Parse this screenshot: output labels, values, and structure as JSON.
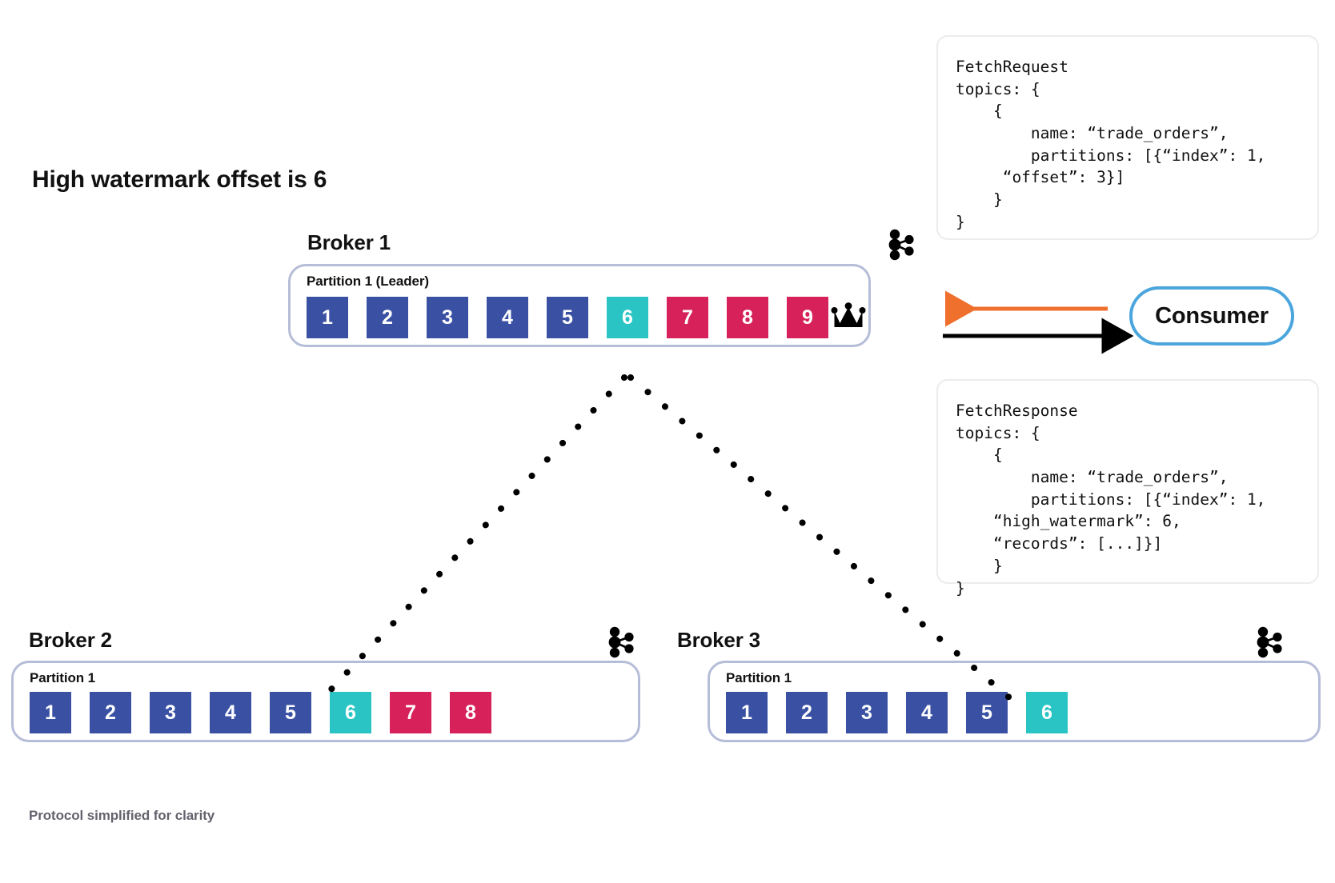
{
  "headline": "High watermark offset is 6",
  "footer_note": "Protocol simplified for clarity",
  "colors": {
    "committed": "#3a51a3",
    "high_watermark": "#2ac4c4",
    "uncommitted": "#d6215a",
    "partition_border": "#b6bdd8",
    "consumer_border": "#4ba6dd",
    "response_arrow": "#ef6f2c",
    "request_arrow": "#000000",
    "footer_text": "#63636e"
  },
  "brokers": [
    {
      "name": "Broker 1",
      "partition_label": "Partition 1 (Leader)",
      "is_leader": true,
      "leader_icon": "crown-icon",
      "logo_icon": "kafka-logo-icon",
      "offsets": [
        {
          "value": "1",
          "state": "blue"
        },
        {
          "value": "2",
          "state": "blue"
        },
        {
          "value": "3",
          "state": "blue"
        },
        {
          "value": "4",
          "state": "blue"
        },
        {
          "value": "5",
          "state": "blue"
        },
        {
          "value": "6",
          "state": "teal"
        },
        {
          "value": "7",
          "state": "red"
        },
        {
          "value": "8",
          "state": "red"
        },
        {
          "value": "9",
          "state": "red"
        }
      ]
    },
    {
      "name": "Broker 2",
      "partition_label": "Partition 1",
      "is_leader": false,
      "logo_icon": "kafka-logo-icon",
      "offsets": [
        {
          "value": "1",
          "state": "blue"
        },
        {
          "value": "2",
          "state": "blue"
        },
        {
          "value": "3",
          "state": "blue"
        },
        {
          "value": "4",
          "state": "blue"
        },
        {
          "value": "5",
          "state": "blue"
        },
        {
          "value": "6",
          "state": "teal"
        },
        {
          "value": "7",
          "state": "red"
        },
        {
          "value": "8",
          "state": "red"
        }
      ]
    },
    {
      "name": "Broker 3",
      "partition_label": "Partition 1",
      "is_leader": false,
      "logo_icon": "kafka-logo-icon",
      "offsets": [
        {
          "value": "1",
          "state": "blue"
        },
        {
          "value": "2",
          "state": "blue"
        },
        {
          "value": "3",
          "state": "blue"
        },
        {
          "value": "4",
          "state": "blue"
        },
        {
          "value": "5",
          "state": "blue"
        },
        {
          "value": "6",
          "state": "teal"
        }
      ]
    }
  ],
  "consumer": {
    "label": "Consumer"
  },
  "panels": {
    "fetch_request": "FetchRequest\ntopics: {\n    {\n        name: “trade_orders”,\n        partitions: [{“index”: 1,\n     “offset”: 3}]\n    }\n}",
    "fetch_response": "FetchResponse\ntopics: {\n    {\n        name: “trade_orders”,\n        partitions: [{“index”: 1,\n    “high_watermark”: 6,\n    “records”: [...]}]\n    }\n}"
  },
  "arrows": {
    "response_direction": "left",
    "request_direction": "right"
  }
}
